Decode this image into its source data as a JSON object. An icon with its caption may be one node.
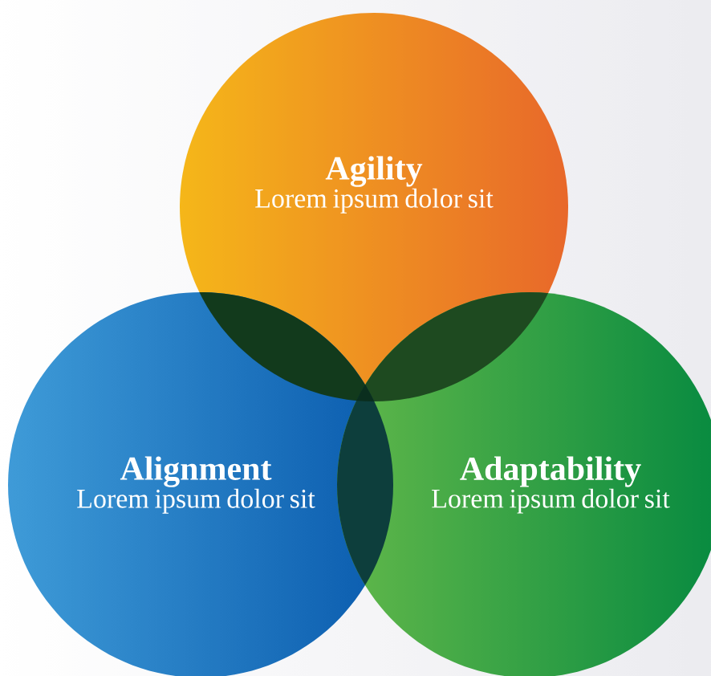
{
  "diagram": {
    "nodes": [
      {
        "text": [
          "Agility",
          "Lorem ipsum dolor sit"
        ]
      },
      {
        "text": [
          "Alignment",
          "Lorem ipsum dolor sit"
        ]
      },
      {
        "text": [
          "Adaptability",
          "Lorem ipsum dolor sit"
        ]
      }
    ]
  }
}
